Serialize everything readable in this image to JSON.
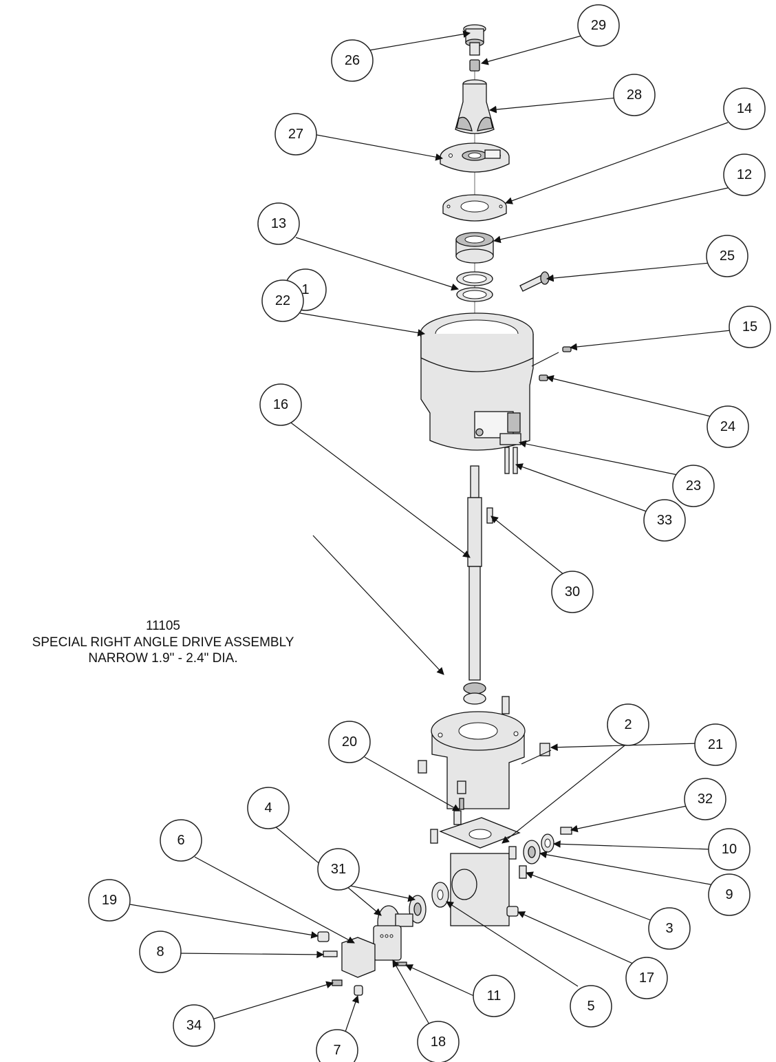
{
  "title": {
    "part_number": "11105",
    "line1": "SPECIAL RIGHT ANGLE DRIVE ASSEMBLY",
    "line2": "NARROW 1.9\" - 2.4\" DIA."
  },
  "callouts": [
    {
      "id": "1",
      "label": "1"
    },
    {
      "id": "2",
      "label": "2"
    },
    {
      "id": "3",
      "label": "3"
    },
    {
      "id": "4",
      "label": "4"
    },
    {
      "id": "5",
      "label": "5"
    },
    {
      "id": "6",
      "label": "6"
    },
    {
      "id": "7",
      "label": "7"
    },
    {
      "id": "8",
      "label": "8"
    },
    {
      "id": "9",
      "label": "9"
    },
    {
      "id": "10",
      "label": "10"
    },
    {
      "id": "11",
      "label": "11"
    },
    {
      "id": "12",
      "label": "12"
    },
    {
      "id": "13",
      "label": "13"
    },
    {
      "id": "14",
      "label": "14"
    },
    {
      "id": "15",
      "label": "15"
    },
    {
      "id": "16",
      "label": "16"
    },
    {
      "id": "17",
      "label": "17"
    },
    {
      "id": "18",
      "label": "18"
    },
    {
      "id": "19",
      "label": "19"
    },
    {
      "id": "20",
      "label": "20"
    },
    {
      "id": "21",
      "label": "21"
    },
    {
      "id": "22",
      "label": "22"
    },
    {
      "id": "23",
      "label": "23"
    },
    {
      "id": "24",
      "label": "24"
    },
    {
      "id": "25",
      "label": "25"
    },
    {
      "id": "26",
      "label": "26"
    },
    {
      "id": "27",
      "label": "27"
    },
    {
      "id": "28",
      "label": "28"
    },
    {
      "id": "29",
      "label": "29"
    },
    {
      "id": "30",
      "label": "30"
    },
    {
      "id": "31",
      "label": "31"
    },
    {
      "id": "32",
      "label": "32"
    },
    {
      "id": "33",
      "label": "33"
    },
    {
      "id": "34",
      "label": "34"
    }
  ]
}
